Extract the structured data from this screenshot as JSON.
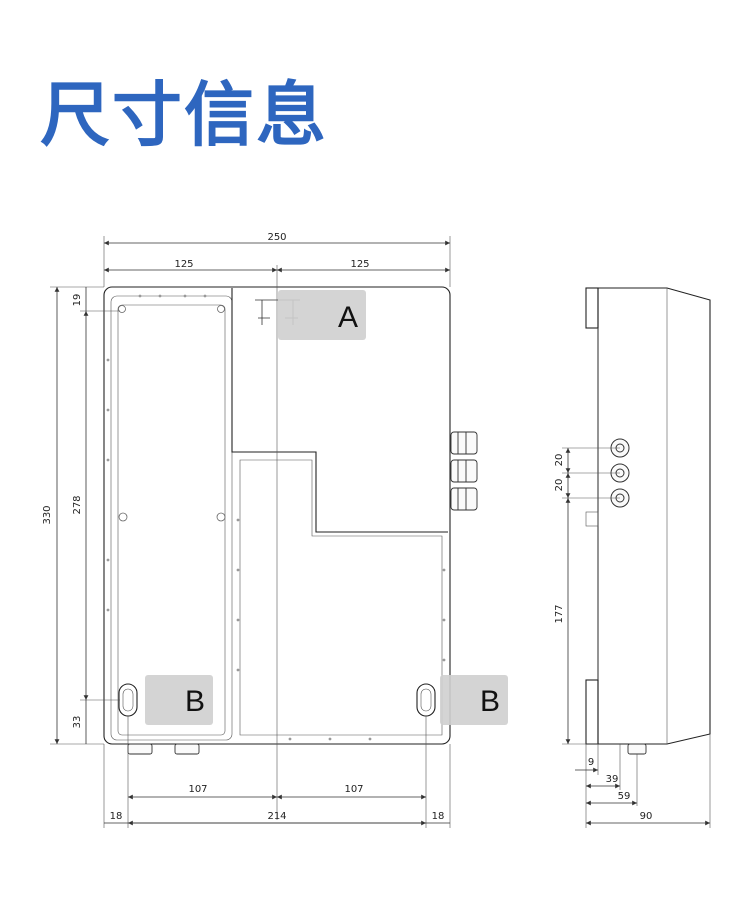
{
  "title": "尺寸信息",
  "callouts": {
    "a": "A",
    "b1": "B",
    "b2": "B"
  },
  "dimensions": {
    "width_total": "250",
    "half_left": "125",
    "half_right": "125",
    "height_total": "330",
    "height_inner": "278",
    "top_offset": "19",
    "bottom_offset": "33",
    "hole_span_left": "107",
    "hole_span_right": "107",
    "edge_left": "18",
    "hole_distance": "214",
    "edge_right": "18",
    "gland_pitch_1": "20",
    "gland_pitch_2": "20",
    "gland_height": "177",
    "side_9": "9",
    "side_39": "39",
    "side_59": "59",
    "side_90": "90"
  },
  "colors": {
    "title": "#2e66bf",
    "callout_bg": "#d0d0d0"
  }
}
